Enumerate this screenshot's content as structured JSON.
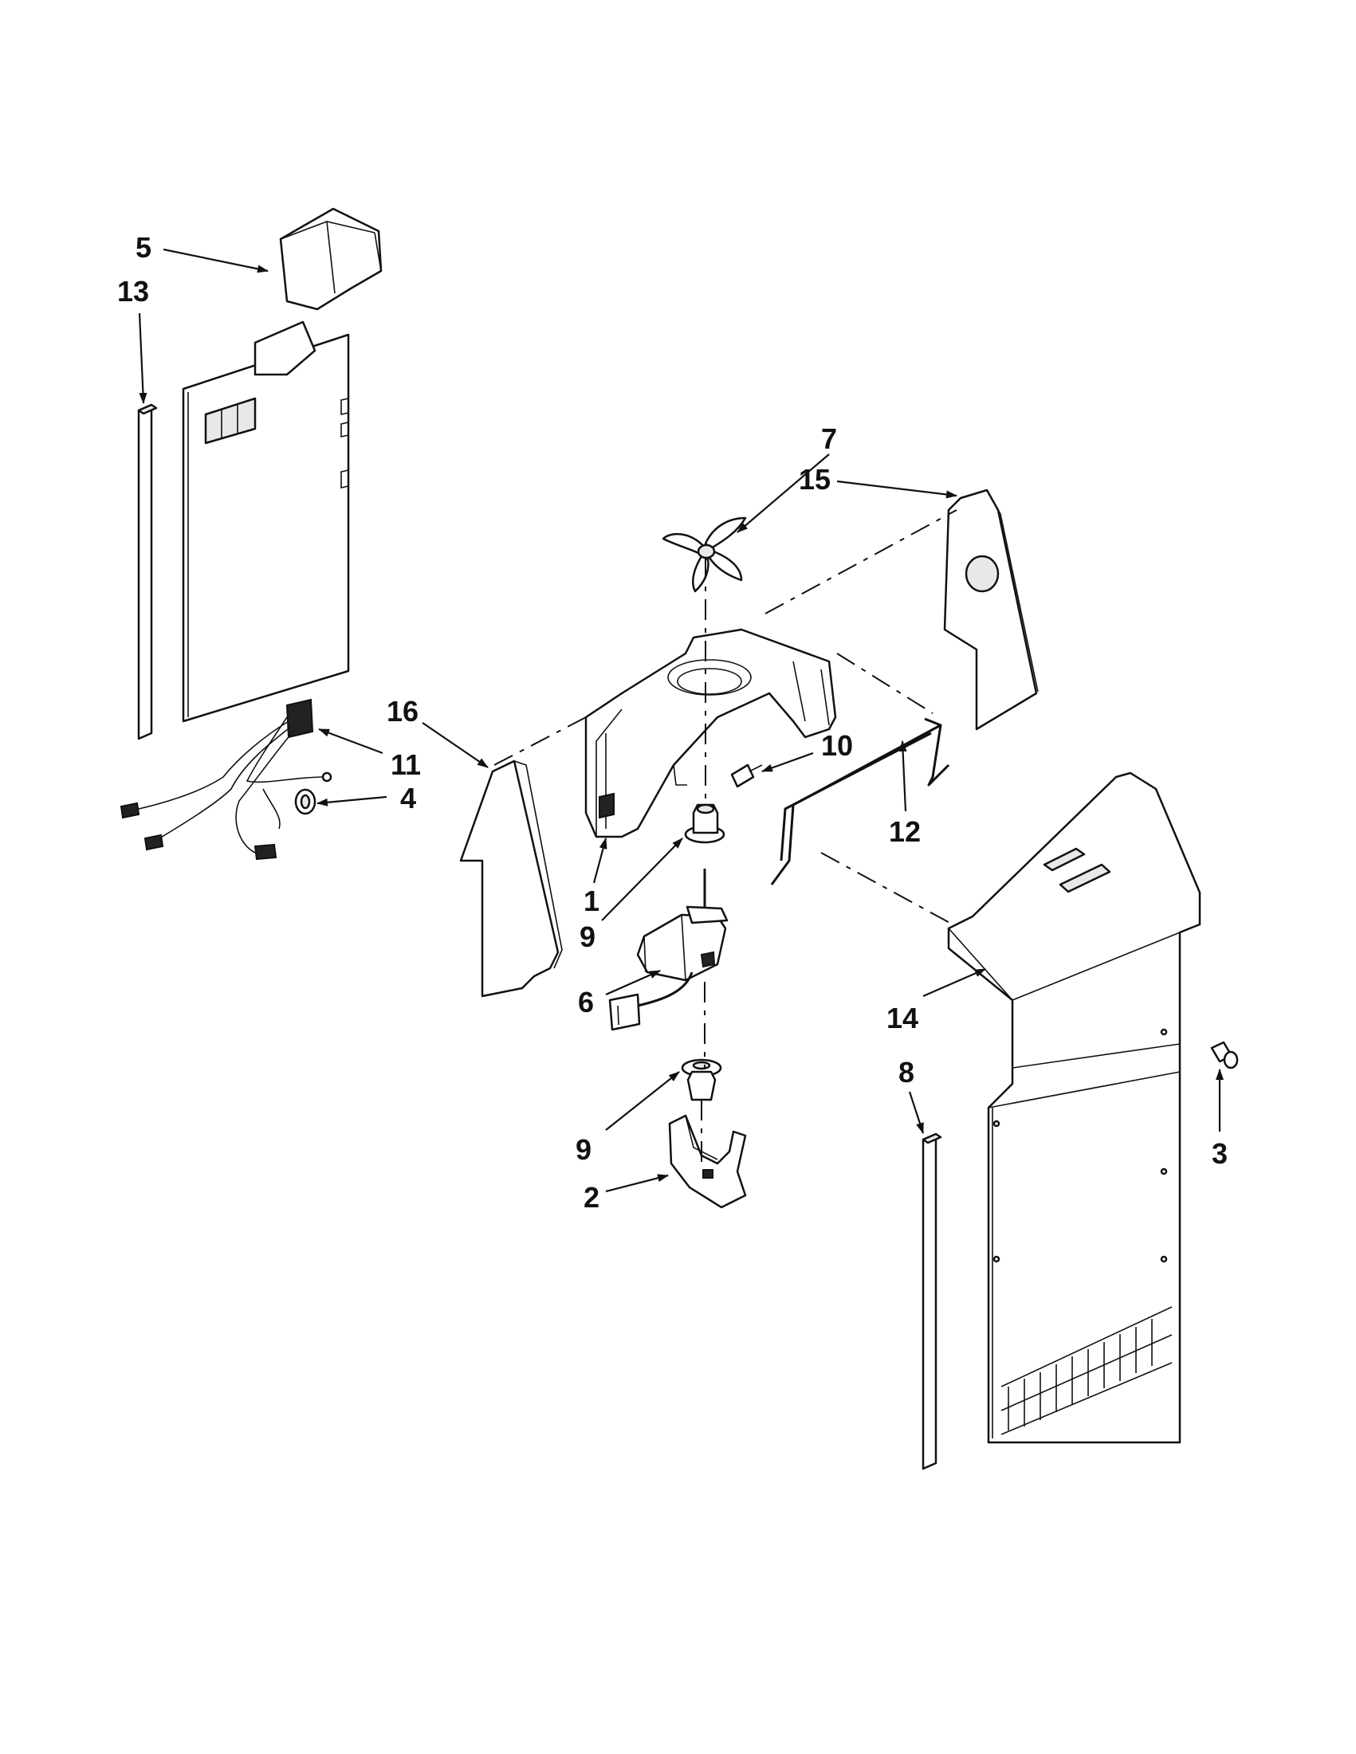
{
  "diagram": {
    "callouts": [
      {
        "id": "c5",
        "label": "5"
      },
      {
        "id": "c13",
        "label": "13"
      },
      {
        "id": "c7",
        "label": "7"
      },
      {
        "id": "c15",
        "label": "15"
      },
      {
        "id": "c16",
        "label": "16"
      },
      {
        "id": "c11",
        "label": "11"
      },
      {
        "id": "c4",
        "label": "4"
      },
      {
        "id": "c10",
        "label": "10"
      },
      {
        "id": "c12",
        "label": "12"
      },
      {
        "id": "c1",
        "label": "1"
      },
      {
        "id": "c9a",
        "label": "9"
      },
      {
        "id": "c6",
        "label": "6"
      },
      {
        "id": "c14",
        "label": "14"
      },
      {
        "id": "c8",
        "label": "8"
      },
      {
        "id": "c9b",
        "label": "9"
      },
      {
        "id": "c3",
        "label": "3"
      },
      {
        "id": "c2",
        "label": "2"
      }
    ]
  }
}
